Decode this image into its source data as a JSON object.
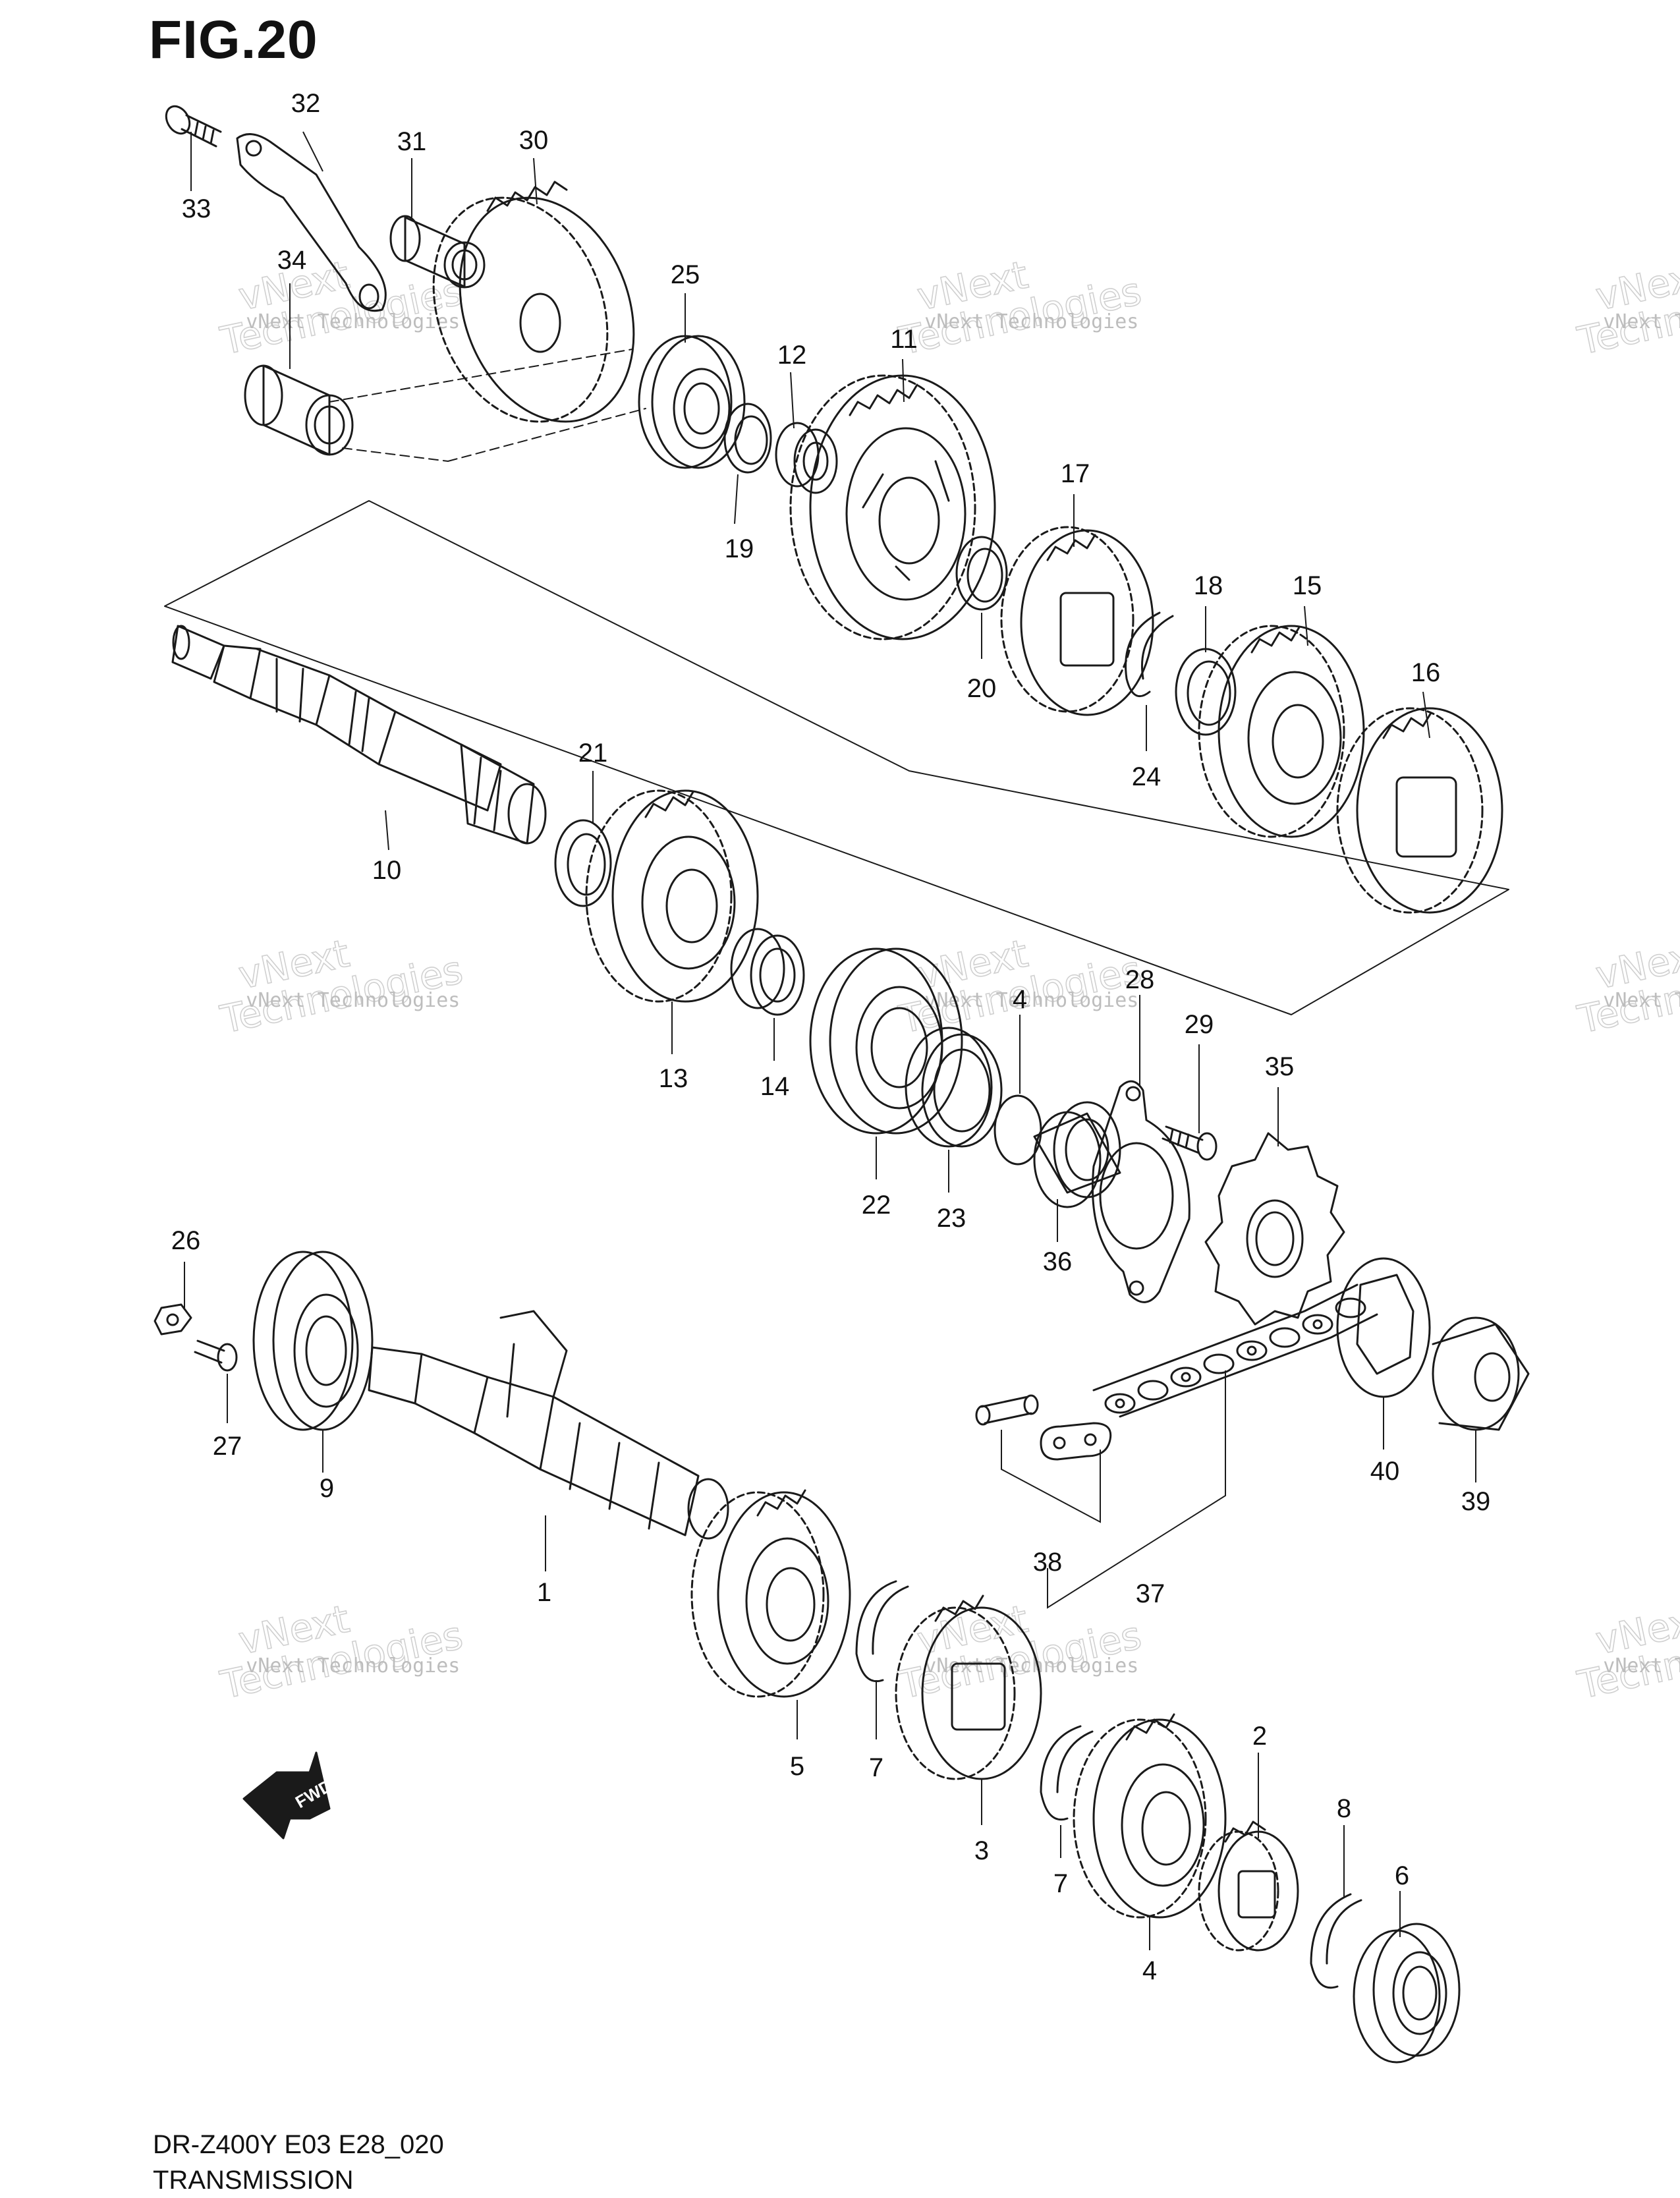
{
  "figure": {
    "title": "FIG.20",
    "code": "DR-Z400Y E03 E28_020",
    "name": "TRANSMISSION"
  },
  "watermark": {
    "text": "vNext Technologies",
    "logo_line1": "vNext",
    "logo_line2": "Technologies"
  },
  "fwd_label": "FWD",
  "colors": {
    "line": "#1a1a1a",
    "watermark": "#c8c8c8"
  },
  "callouts": [
    {
      "id": "33",
      "label": "33"
    },
    {
      "id": "32",
      "label": "32"
    },
    {
      "id": "31",
      "label": "31"
    },
    {
      "id": "30",
      "label": "30"
    },
    {
      "id": "34",
      "label": "34"
    },
    {
      "id": "25",
      "label": "25"
    },
    {
      "id": "12",
      "label": "12"
    },
    {
      "id": "11",
      "label": "11"
    },
    {
      "id": "19",
      "label": "19"
    },
    {
      "id": "17",
      "label": "17"
    },
    {
      "id": "20",
      "label": "20"
    },
    {
      "id": "18",
      "label": "18"
    },
    {
      "id": "15",
      "label": "15"
    },
    {
      "id": "16",
      "label": "16"
    },
    {
      "id": "24",
      "label": "24"
    },
    {
      "id": "21",
      "label": "21"
    },
    {
      "id": "10",
      "label": "10"
    },
    {
      "id": "13",
      "label": "13"
    },
    {
      "id": "14",
      "label": "14"
    },
    {
      "id": "22",
      "label": "22"
    },
    {
      "id": "23",
      "label": "23"
    },
    {
      "id": "4a",
      "label": "4"
    },
    {
      "id": "28",
      "label": "28"
    },
    {
      "id": "29",
      "label": "29"
    },
    {
      "id": "35",
      "label": "35"
    },
    {
      "id": "36",
      "label": "36"
    },
    {
      "id": "26",
      "label": "26"
    },
    {
      "id": "27",
      "label": "27"
    },
    {
      "id": "9",
      "label": "9"
    },
    {
      "id": "1",
      "label": "1"
    },
    {
      "id": "40",
      "label": "40"
    },
    {
      "id": "39",
      "label": "39"
    },
    {
      "id": "38",
      "label": "38"
    },
    {
      "id": "37",
      "label": "37"
    },
    {
      "id": "5",
      "label": "5"
    },
    {
      "id": "7a",
      "label": "7"
    },
    {
      "id": "3",
      "label": "3"
    },
    {
      "id": "7b",
      "label": "7"
    },
    {
      "id": "2",
      "label": "2"
    },
    {
      "id": "8",
      "label": "8"
    },
    {
      "id": "6",
      "label": "6"
    },
    {
      "id": "4b",
      "label": "4"
    }
  ]
}
